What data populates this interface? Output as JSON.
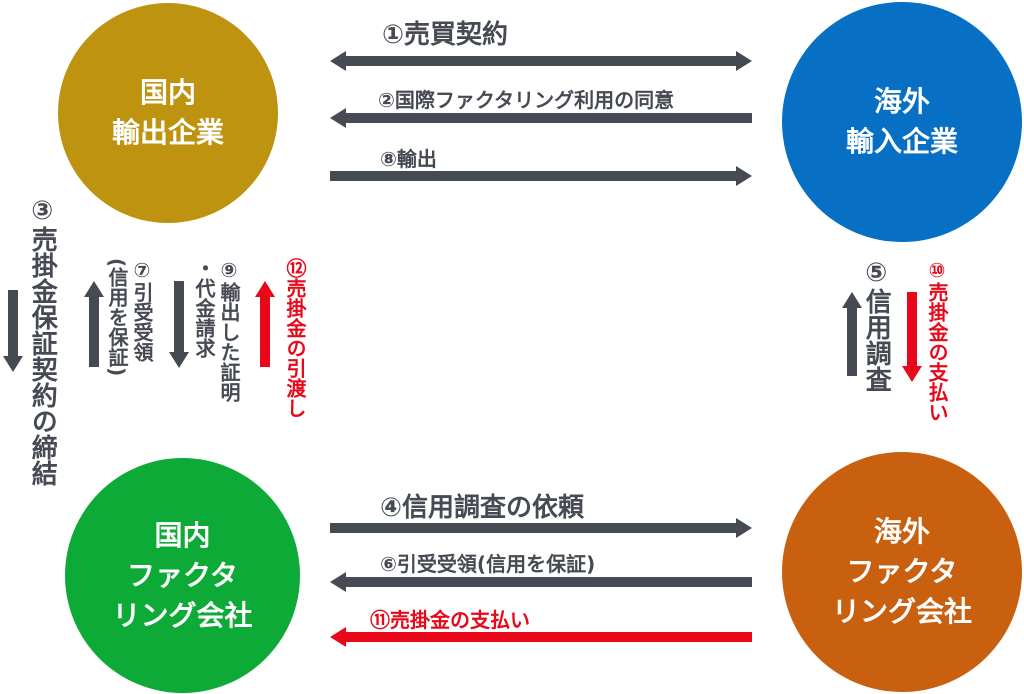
{
  "entities": {
    "domestic_exporter": [
      "国内",
      "輸出企業"
    ],
    "overseas_importer": [
      "海外",
      "輸入企業"
    ],
    "domestic_factor": [
      "国内",
      "ファクタ",
      "リング会社"
    ],
    "overseas_factor": [
      "海外",
      "ファクタ",
      "リング会社"
    ]
  },
  "steps": {
    "s1": "①売買契約",
    "s2": "②国際ファクタリング利用の同意",
    "s3": "③売掛金保証契約の締結",
    "s4": "④信用調査の依頼",
    "s5": "⑤信用調査",
    "s6": "⑥引受受領(信用を保証)",
    "s7_a": "⑦引受受領",
    "s7_b": "(信用を保証)",
    "s8": "⑧輸出",
    "s9_a": "⑨輸出した証明",
    "s9_b": "・代金請求",
    "s10": "⑩売掛金の支払い",
    "s11": "⑪売掛金の支払い",
    "s12": "⑫売掛金の引渡し"
  },
  "colors": {
    "domestic_exporter": "#BE9310",
    "overseas_importer": "#0870C4",
    "domestic_factor": "#0DAA38",
    "overseas_factor": "#C86010",
    "arrow_dark": "#464A52",
    "arrow_red": "#E8081A"
  }
}
